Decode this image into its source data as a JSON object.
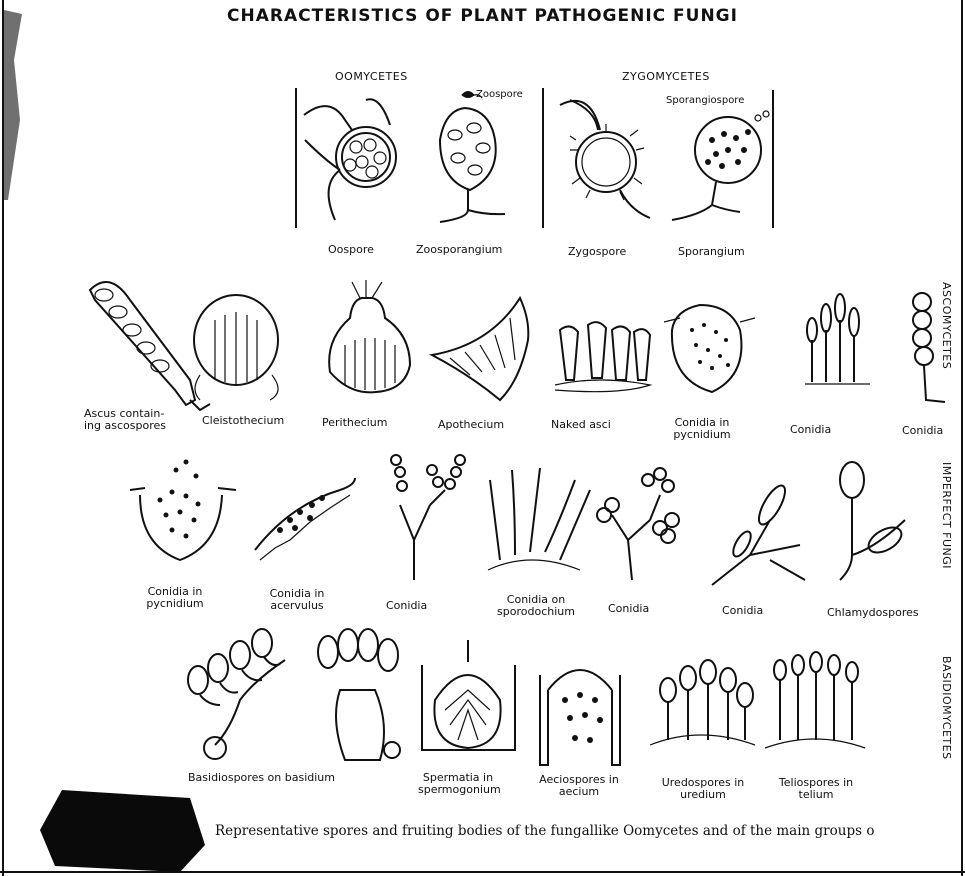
{
  "title": "CHARACTERISTICS OF PLANT PATHOGENIC FUNGI",
  "groups": {
    "oomycetes": "OOMYCETES",
    "zygomycetes": "ZYGOMYCETES",
    "ascomycetes": "ASCOMYCETES",
    "imperfect": "IMPERFECT FUNGI",
    "basidiomycetes": "BASIDIOMYCETES"
  },
  "top_annotations": {
    "zoospore": "Zoospore",
    "sporangiospore": "Sporangiospore"
  },
  "row1_labels": [
    "Oospore",
    "Zoosporangium",
    "Zygospore",
    "Sporangium"
  ],
  "row2_labels": [
    "Ascus contain-\ning ascospores",
    "Cleistothecium",
    "Perithecium",
    "Apothecium",
    "Naked  asci",
    "Conidia   in\npycnidium",
    "Conidia",
    "Conidia"
  ],
  "row3_labels": [
    "Conidia   in\npycnidium",
    "Conidia  in\nacervulus",
    "Conidia",
    "Conidia on\nsporodochium",
    "Conidia",
    "Conidia",
    "Chlamydospores"
  ],
  "row4_labels": [
    "Basidiospores  on  basidium",
    "Spermatia in\nspermogonium",
    "Aeciospores in\naecium",
    "Uredospores in\nuredium",
    "Teliospores  in\ntelium"
  ],
  "caption": "Representative spores and fruiting bodies of the fungallike Oomycetes and of the main groups o"
}
